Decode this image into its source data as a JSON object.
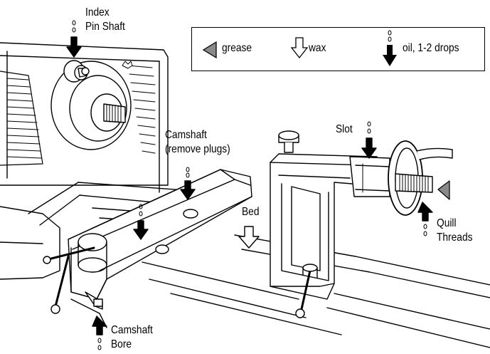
{
  "legend": {
    "grease": "grease",
    "wax": "wax",
    "oil": "oil, 1-2 drops"
  },
  "labels": {
    "index_pin_shaft_line1": "Index",
    "index_pin_shaft_line2": "Pin Shaft",
    "camshaft_top_line1": "Camshaft",
    "camshaft_top_line2": "(remove plugs)",
    "slot": "Slot",
    "bed": "Bed",
    "quill_threads_line1": "Quill",
    "quill_threads_line2": "Threads",
    "camshaft_bore_line1": "Camshaft",
    "camshaft_bore_line2": "Bore"
  },
  "icons": {
    "grease": "grease-triangle-icon",
    "wax": "wax-hollow-arrow-icon",
    "oil": "oil-drop-arrow-icon"
  },
  "colors": {
    "line": "#000000",
    "grease_fill": "#8a8a8a",
    "background": "#ffffff"
  }
}
